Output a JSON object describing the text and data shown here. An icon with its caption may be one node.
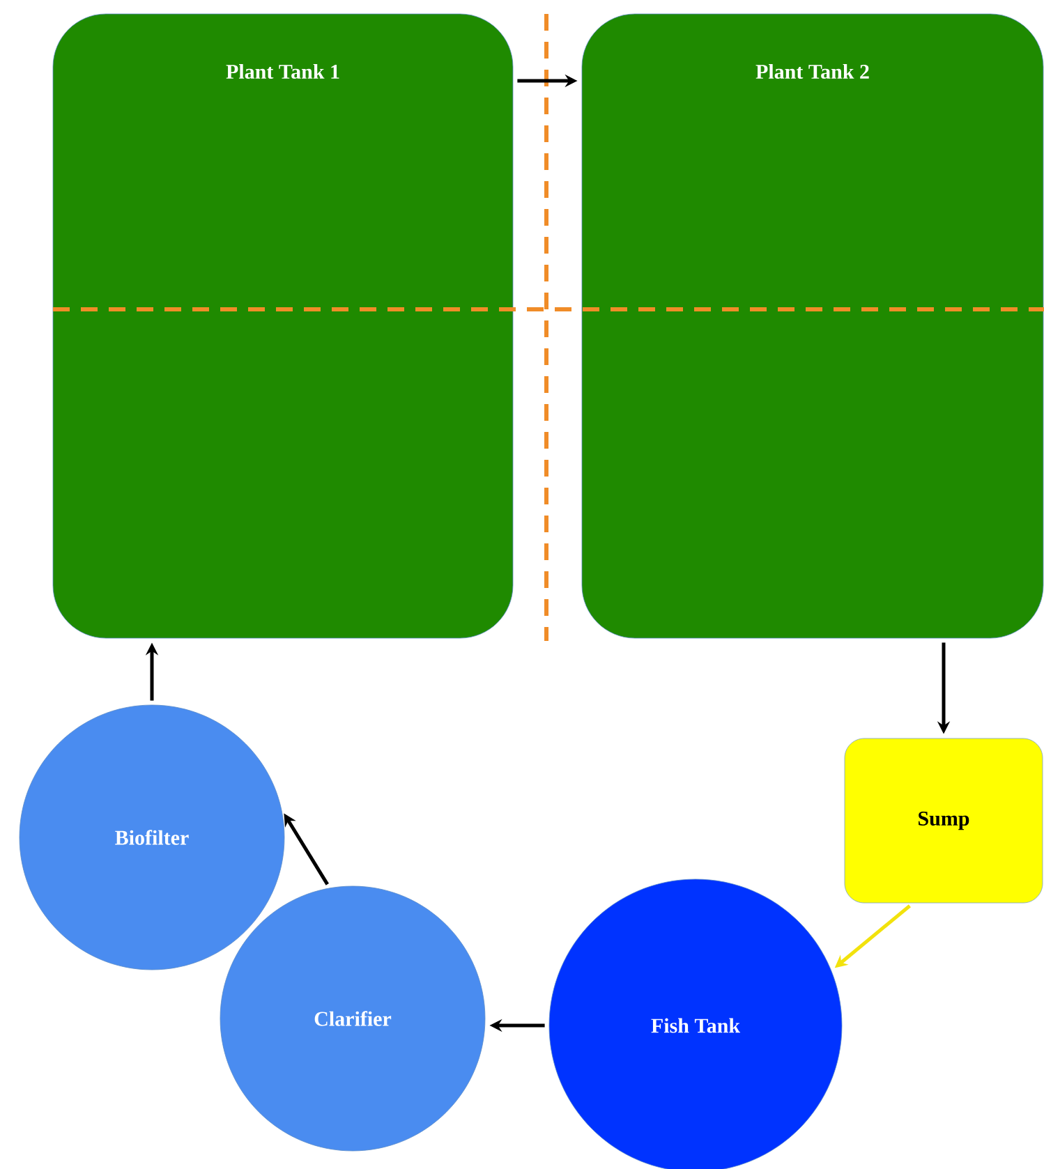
{
  "diagram": {
    "nodes": [
      {
        "text": [
          "Plant Tank 1"
        ]
      },
      {
        "text": [
          "Plant Tank 2"
        ]
      },
      {
        "text": [
          "Sump"
        ]
      },
      {
        "text": [
          "Fish Tank"
        ]
      },
      {
        "text": [
          "Clarifier"
        ]
      },
      {
        "text": [
          "Biofilter"
        ]
      }
    ],
    "edges": [
      {
        "from": 0,
        "to": 1,
        "arrow": "to"
      },
      {
        "from": 1,
        "to": 2,
        "arrow": "to"
      },
      {
        "from": 2,
        "to": 3,
        "arrow": "to",
        "color": "#f2e20c"
      },
      {
        "from": 3,
        "to": 4,
        "arrow": "to"
      },
      {
        "from": 4,
        "to": 5,
        "arrow": "to"
      },
      {
        "from": 5,
        "to": 0,
        "arrow": "to"
      }
    ]
  }
}
